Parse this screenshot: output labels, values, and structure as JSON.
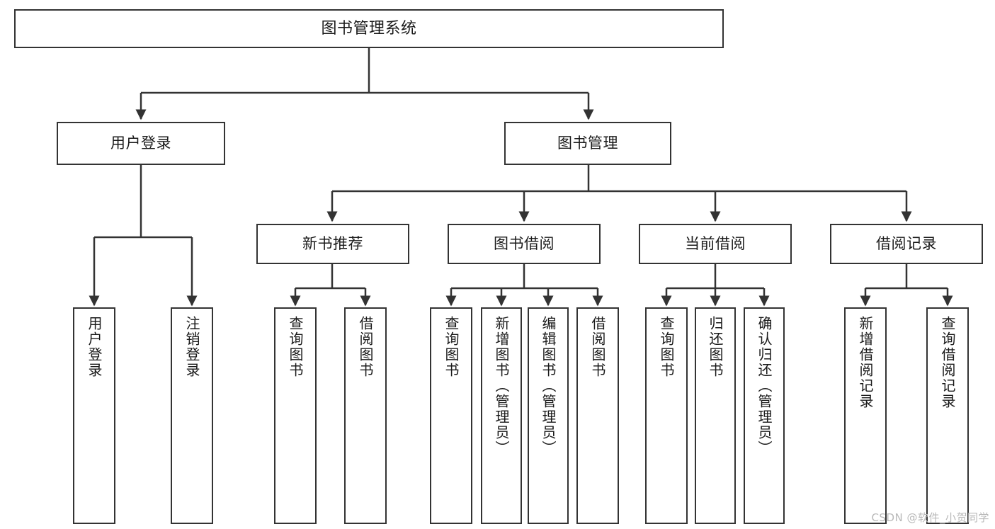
{
  "diagram": {
    "title": "图书管理系统",
    "type": "tree-hierarchy",
    "root": {
      "id": "root",
      "label": "图书管理系统"
    },
    "level2": [
      {
        "id": "user-login",
        "label": "用户登录"
      },
      {
        "id": "book-manage",
        "label": "图书管理"
      }
    ],
    "level3": [
      {
        "id": "new-book-rec",
        "label": "新书推荐",
        "parent": "book-manage"
      },
      {
        "id": "book-borrow",
        "label": "图书借阅",
        "parent": "book-manage"
      },
      {
        "id": "current-borrow",
        "label": "当前借阅",
        "parent": "book-manage"
      },
      {
        "id": "borrow-record",
        "label": "借阅记录",
        "parent": "book-manage"
      }
    ],
    "leaves": [
      {
        "id": "leaf-user-login",
        "label": "用户登录",
        "parent": "user-login"
      },
      {
        "id": "leaf-logout-login",
        "label": "注销登录",
        "parent": "user-login"
      },
      {
        "id": "leaf-query-book-1",
        "label": "查询图书",
        "parent": "new-book-rec"
      },
      {
        "id": "leaf-borrow-book-1",
        "label": "借阅图书",
        "parent": "new-book-rec"
      },
      {
        "id": "leaf-query-book-2",
        "label": "查询图书",
        "parent": "book-borrow"
      },
      {
        "id": "leaf-add-book",
        "label": "新增图书（管理员）",
        "parent": "book-borrow"
      },
      {
        "id": "leaf-edit-book",
        "label": "编辑图书（管理员）",
        "parent": "book-borrow"
      },
      {
        "id": "leaf-borrow-book-2",
        "label": "借阅图书",
        "parent": "book-borrow"
      },
      {
        "id": "leaf-query-book-3",
        "label": "查询图书",
        "parent": "current-borrow"
      },
      {
        "id": "leaf-return-book",
        "label": "归还图书",
        "parent": "current-borrow"
      },
      {
        "id": "leaf-confirm-return",
        "label": "确认归还（管理员）",
        "parent": "current-borrow"
      },
      {
        "id": "leaf-add-record",
        "label": "新增借阅记录",
        "parent": "borrow-record"
      },
      {
        "id": "leaf-query-record",
        "label": "查询借阅记录",
        "parent": "borrow-record"
      }
    ],
    "colors": {
      "stroke": "#333333",
      "fill": "#ffffff",
      "text": "#1a1a1a",
      "watermark": "#b9b9b9"
    }
  },
  "watermark": {
    "text": "CSDN @软件_小贺同学"
  }
}
